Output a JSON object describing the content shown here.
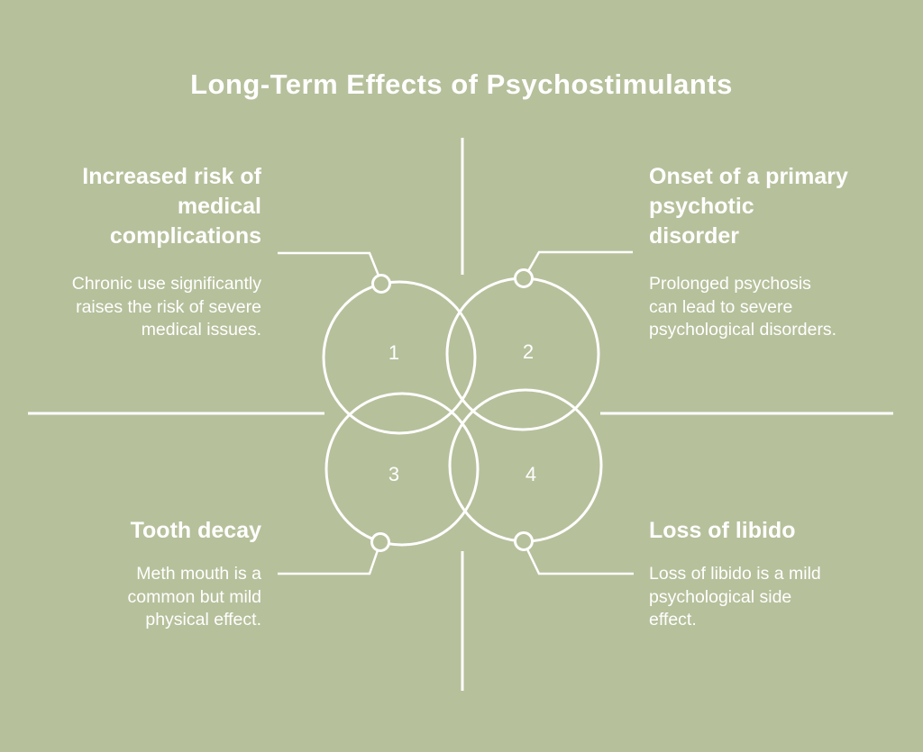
{
  "title": "Long-Term Effects of Psychostimulants",
  "colors": {
    "background": "#b6c09b",
    "foreground": "#ffffff"
  },
  "items": [
    {
      "number": "1",
      "heading": "Increased risk of\nmedical\ncomplications",
      "description": "Chronic use significantly\nraises the risk of severe\nmedical issues."
    },
    {
      "number": "2",
      "heading": "Onset of a primary\npsychotic\ndisorder",
      "description": "Prolonged psychosis\ncan lead to severe\npsychological disorders."
    },
    {
      "number": "3",
      "heading": "Tooth decay",
      "description": "Meth mouth is a\ncommon but mild\nphysical effect."
    },
    {
      "number": "4",
      "heading": "Loss of libido",
      "description": "Loss of libido is a mild\npsychological side\neffect."
    }
  ]
}
